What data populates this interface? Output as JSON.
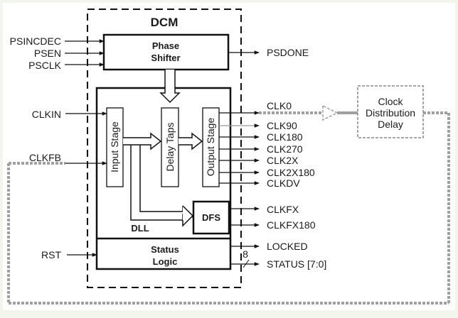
{
  "title": "DCM",
  "blocks": {
    "phase_shifter": [
      "Phase",
      "Shifter"
    ],
    "input_stage": "Input Stage",
    "delay_taps": "Delay Taps",
    "output_stage": "Output Stage",
    "dfs": "DFS",
    "dll": "DLL",
    "status_logic": [
      "Status",
      "Logic"
    ],
    "clock_distribution_delay": [
      "Clock",
      "Distribution",
      "Delay"
    ]
  },
  "inputs": {
    "psincdec": "PSINCDEC",
    "psen": "PSEN",
    "psclk": "PSCLK",
    "clkin": "CLKIN",
    "clkfb": "CLKFB",
    "rst": "RST"
  },
  "outputs": {
    "psdone": "PSDONE",
    "clk0": "CLK0",
    "clk90": "CLK90",
    "clk180": "CLK180",
    "clk270": "CLK270",
    "clk2x": "CLK2X",
    "clk2x180": "CLK2X180",
    "clkdv": "CLKDV",
    "clkfx": "CLKFX",
    "clkfx180": "CLKFX180",
    "locked": "LOCKED",
    "status": "STATUS [7:0]"
  },
  "bus_width": "8",
  "colors": {
    "background": "#f2f5ec",
    "canvas": "#ffffff",
    "line": "#111111",
    "feedback": "#a0a0a0"
  }
}
